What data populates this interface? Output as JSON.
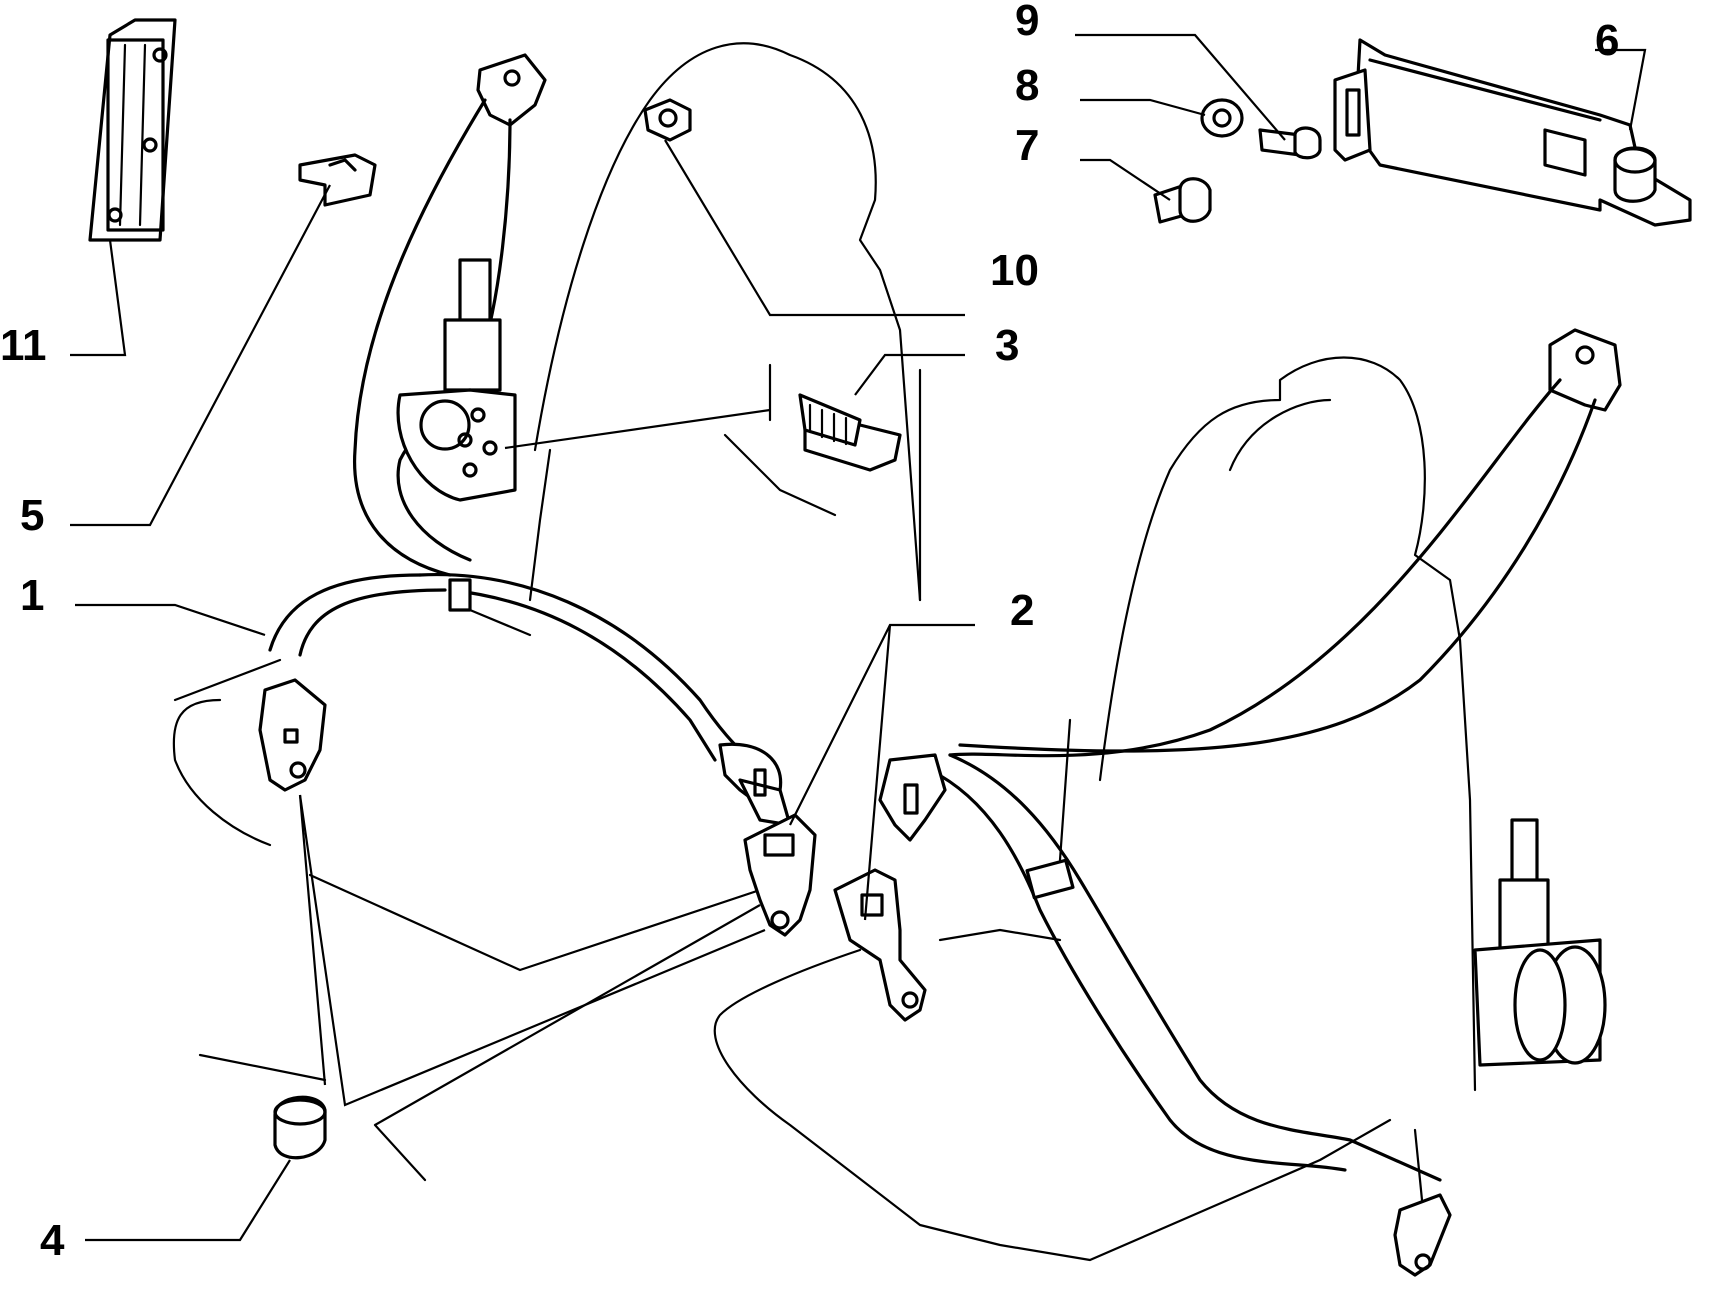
{
  "diagram": {
    "labels": [
      "1",
      "2",
      "3",
      "4",
      "5",
      "6",
      "7",
      "8",
      "9",
      "10",
      "11"
    ],
    "colors": {
      "line": "#000000",
      "background": "#ffffff"
    }
  }
}
